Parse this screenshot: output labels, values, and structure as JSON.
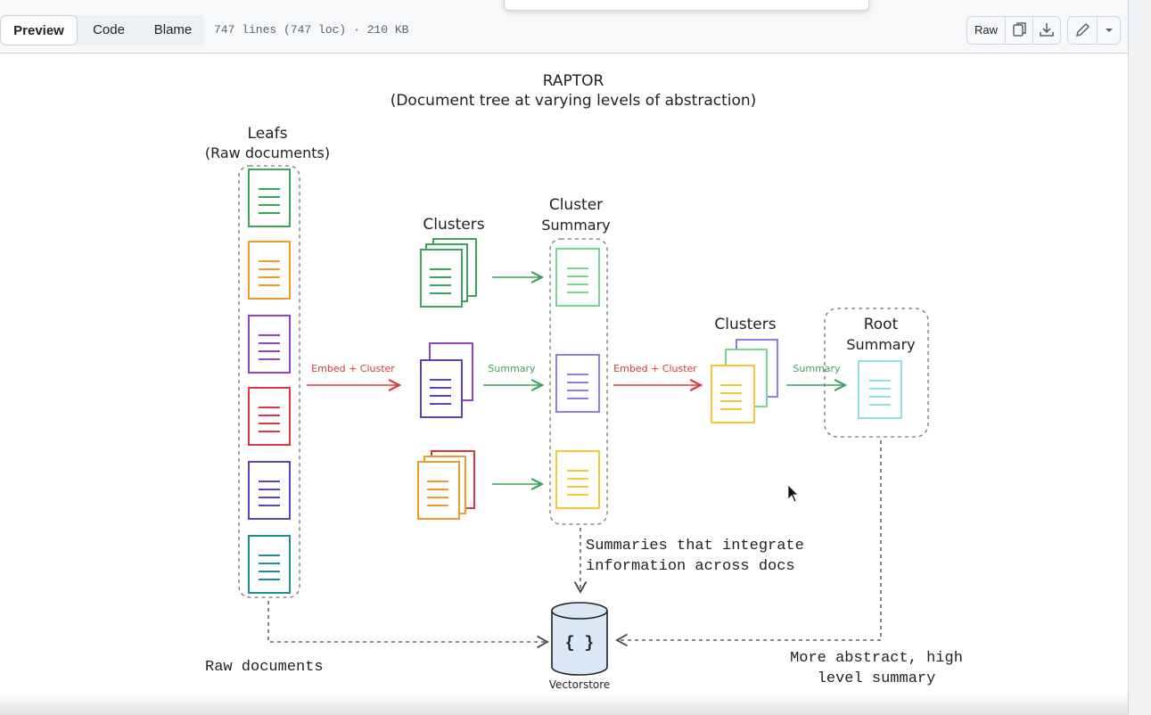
{
  "toolbar": {
    "tabs": [
      {
        "label": "Preview",
        "active": true
      },
      {
        "label": "Code",
        "active": false
      },
      {
        "label": "Blame",
        "active": false
      }
    ],
    "file_meta": "747 lines (747 loc) · 210 KB",
    "raw_label": "Raw",
    "icons": [
      "copy-icon",
      "download-icon",
      "pencil-icon",
      "chevron-down-icon"
    ]
  },
  "diagram": {
    "title": "RAPTOR",
    "subtitle": "(Document tree at varying levels of abstraction)",
    "leafs_title": "Leafs",
    "leafs_subtitle": "(Raw documents)",
    "clusters_label": "Clusters",
    "cluster_summary_line1": "Cluster",
    "cluster_summary_line2": "Summary",
    "clusters2_label": "Clusters",
    "root_summary_line1": "Root",
    "root_summary_line2": "Summary",
    "embed_cluster_1": "Embed + Cluster",
    "summary_1": "Summary",
    "embed_cluster_2": "Embed + Cluster",
    "summary_2": "Summary",
    "integrate_line1": "Summaries that integrate",
    "integrate_line2": "information across docs",
    "vectorstore_label": "Vectorstore",
    "vectorstore_symbol": "{ }",
    "raw_docs_label": "Raw documents",
    "abstract_line1": "More abstract, high",
    "abstract_line2": "level summary",
    "colors": {
      "green": "#3aa55c",
      "orange": "#f09a2a",
      "purple": "#8e44c9",
      "red": "#d9363e",
      "indigo": "#5b43c9",
      "teal": "#1f8f92",
      "light_green": "#7ad493",
      "light_purple": "#8c7ee8",
      "yellow": "#f3c934",
      "cyan": "#8fe0e4",
      "arrow_red": "#d9363e",
      "arrow_green": "#3aa55c"
    }
  }
}
